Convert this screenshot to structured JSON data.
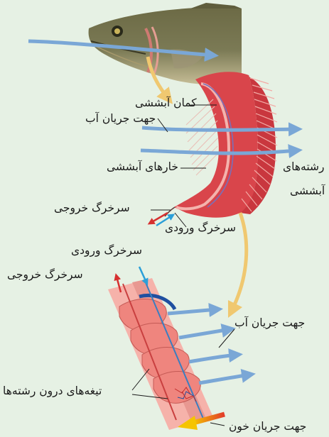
{
  "labels": {
    "gill_arch": "کمان آبششی",
    "water_flow_top": "جهت جریان آب",
    "gill_rakers": "خارهای آبششی",
    "gill_filaments_line1": "رشته‌های",
    "gill_filaments_line2": "آبششی",
    "efferent_artery_top": "سرخرگ خروجی",
    "afferent_artery_top": "سرخرگ ورودی",
    "afferent_artery_mid": "سرخرگ ورودی",
    "efferent_artery_mid": "سرخرگ خروجی",
    "water_flow_bottom": "جهت جریان آب",
    "lamellae": "تیغه‌های درون رشته‌ها",
    "blood_flow": "جهت جریان خون"
  },
  "colors": {
    "background": "#e6f1e4",
    "water_arrow": "#7aa7d6",
    "gill_red": "#d9454b",
    "gill_pink": "#ef9a95",
    "curve_arrow": "#f0c870",
    "blood_arrow_start": "#e23a2a",
    "blood_arrow_end": "#f5c400",
    "efferent_arrow": "#d63030",
    "afferent_arrow": "#2b9fd8"
  },
  "icons": [
    "fish-head",
    "gill-arch",
    "gill-filament-closeup"
  ]
}
